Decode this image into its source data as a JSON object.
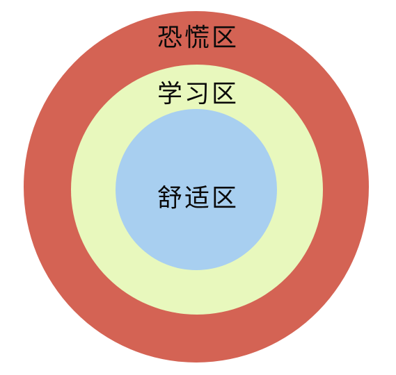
{
  "zones": {
    "panic": {
      "label": "恐慌区",
      "color": "#d46354"
    },
    "learning": {
      "label": "学习区",
      "color": "#e8f8bd"
    },
    "comfort": {
      "label": "舒适区",
      "color": "#a8cff0"
    }
  }
}
